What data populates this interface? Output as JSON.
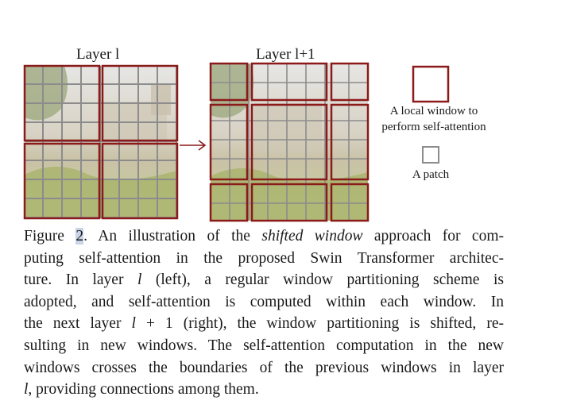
{
  "figure": {
    "left_layer_title": "Layer l",
    "right_layer_title": "Layer l+1",
    "legend": {
      "window_label_line1": "A local window to",
      "window_label_line2": "perform self-attention",
      "patch_label": "A patch"
    },
    "colors": {
      "window_border": "#8b1a1a",
      "patch_grid": "#8c8c8c",
      "arrow": "#8b1a1a"
    },
    "icons": [
      "right-arrow-icon",
      "window-legend-icon",
      "patch-legend-icon"
    ]
  },
  "caption": {
    "l1_prefix": "Figure ",
    "l1_number": "2",
    "l1_mid": ". An illustration of the ",
    "l1_italic": "shifted window",
    "l1_suffix": " approach for com-",
    "l2": "puting self-attention in the proposed Swin Transformer architec-",
    "l3_a": "ture.  In layer ",
    "l3_var": "l",
    "l3_b": " (left), a regular window partitioning scheme is",
    "l4": "adopted, and self-attention is computed within each window.  In",
    "l5_a": "the next layer ",
    "l5_var": "l",
    "l5_b": " + 1 (right), the window partitioning is shifted, re-",
    "l6": "sulting in new windows. The self-attention computation in the new",
    "l7": "windows crosses the boundaries of the previous windows in layer",
    "l8_var": "l",
    "l8_b": ", providing connections among them."
  }
}
